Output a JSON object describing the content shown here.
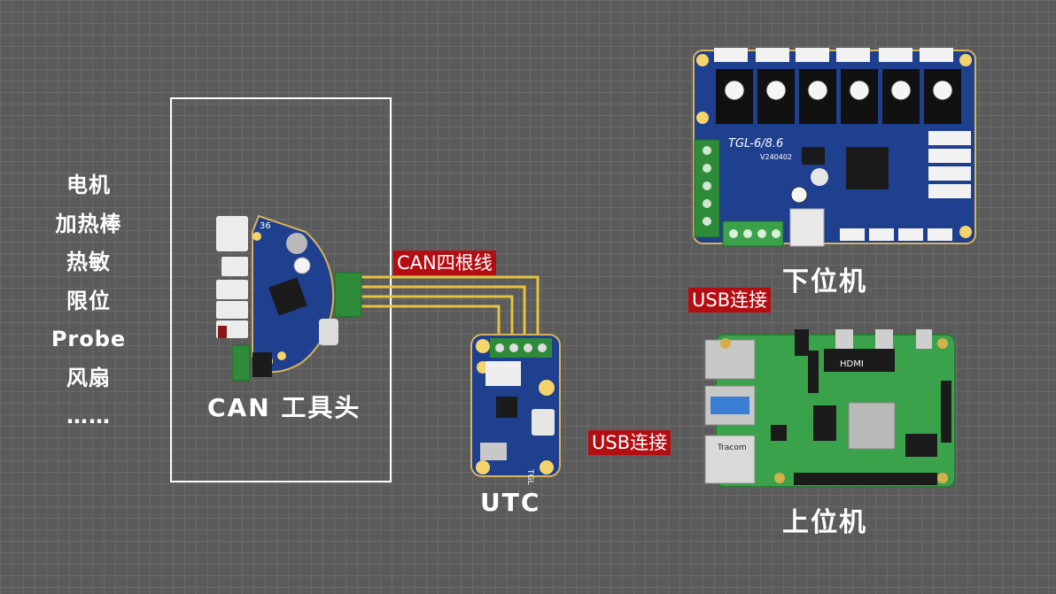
{
  "side_list": {
    "items": [
      "电机",
      "加热棒",
      "热敏",
      "限位",
      "Probe",
      "风扇",
      "……"
    ]
  },
  "labels": {
    "can_toolhead": "CAN 工具头",
    "utc": "UTC",
    "lower_machine": "下位机",
    "upper_machine": "上位机"
  },
  "tags": {
    "can_wires": "CAN四根线",
    "usb_top": "USB连接",
    "usb_bottom": "USB连接"
  },
  "boards": {
    "mainboard_silk": "TGL-6/8.6",
    "mainboard_ver": "V240402",
    "utc_silk": "TGL",
    "pi_hdmi": "HDMI",
    "pi_chip": "Tracom",
    "toolhead_num": "36"
  },
  "colors": {
    "pcb_blue": "#1f3f8f",
    "pcb_green": "#3aa24a",
    "connector_green": "#2e8b3a",
    "wire_yellow": "#e5c33a",
    "tag_red": "#b40d12"
  }
}
